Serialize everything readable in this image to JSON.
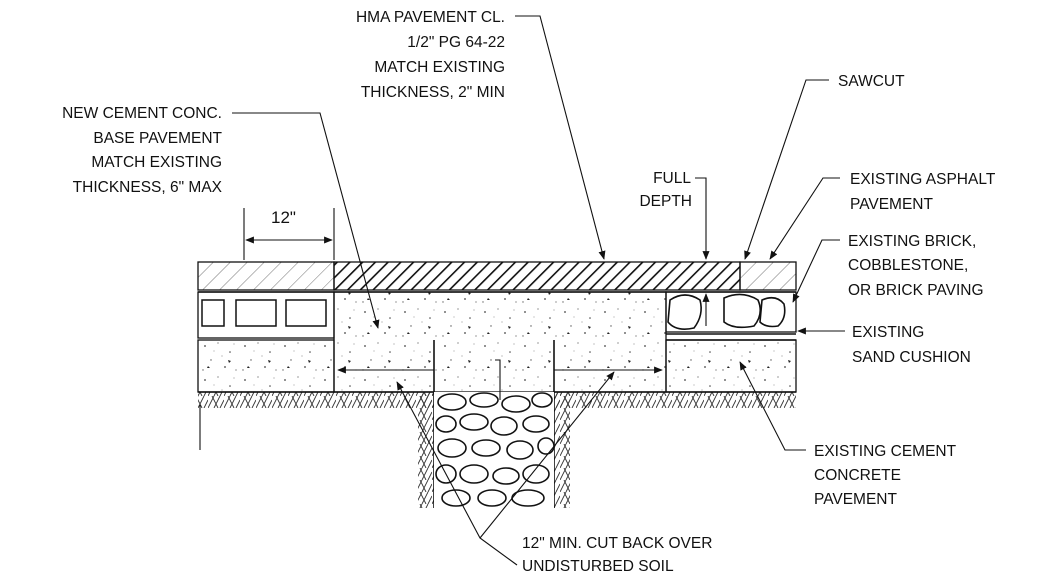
{
  "labels": {
    "hma": [
      "HMA PAVEMENT CL.",
      "1/2\" PG 64-22",
      "MATCH EXISTING",
      "THICKNESS, 2\" MIN"
    ],
    "new_conc": [
      "NEW CEMENT CONC.",
      "BASE PAVEMENT",
      "MATCH EXISTING",
      "THICKNESS, 6\" MAX"
    ],
    "sawcut": "SAWCUT",
    "full_depth": [
      "FULL",
      "DEPTH"
    ],
    "existing_asphalt": [
      "EXISTING ASPHALT",
      "PAVEMENT"
    ],
    "existing_brick": [
      "EXISTING BRICK,",
      "COBBLESTONE,",
      "OR BRICK PAVING"
    ],
    "sand_cushion": [
      "EXISTING",
      "SAND CUSHION"
    ],
    "existing_cement": [
      "EXISTING CEMENT",
      "CONCRETE",
      "PAVEMENT"
    ],
    "cut_back": [
      "12\" MIN. CUT BACK OVER",
      "UNDISTURBED SOIL"
    ],
    "dim_12": "12\""
  }
}
